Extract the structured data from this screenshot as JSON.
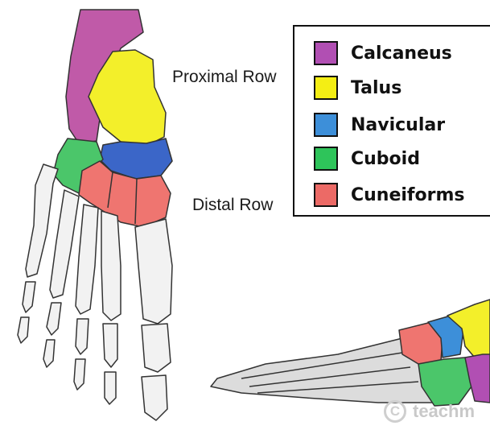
{
  "labels": {
    "proximal_row": "Proximal Row",
    "distal_row": "Distal Row"
  },
  "legend": {
    "items": [
      {
        "label": "Calcaneus",
        "color": "#b14fb3"
      },
      {
        "label": "Talus",
        "color": "#f4ee14"
      },
      {
        "label": "Navicular",
        "color": "#3d8fd9"
      },
      {
        "label": "Cuboid",
        "color": "#2ec45a"
      },
      {
        "label": "Cuneiforms",
        "color": "#ec6a66"
      }
    ]
  },
  "colors": {
    "calcaneus": "#c05aa8",
    "talus": "#f3ef2a",
    "navicular": "#3b66c8",
    "cuboid": "#4bc66a",
    "cuneiforms": "#ef7570",
    "bone": "#f2f2f2",
    "outline": "#333333"
  },
  "watermark": {
    "icon": "copyright-icon",
    "text": "teachm"
  }
}
